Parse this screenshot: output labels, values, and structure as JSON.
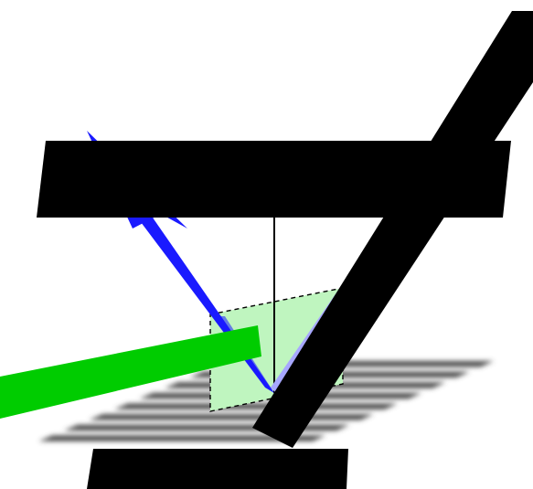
{
  "colors": {
    "background": "#ffffff",
    "bar_fill": "#000000",
    "incident_beam": "#00cc00",
    "plane_of_incidence_fill": "#bff5bf",
    "plane_of_incidence_edge": "#000000",
    "reflected_beam": "#1a1aff",
    "reflected_beam_faint": "#a7a7ff",
    "grating_lines": "#4a4a4a",
    "normal_line": "#000000"
  },
  "elements": {
    "top_bar": "black-bar",
    "bottom_bar": "black-bar",
    "diagonal_bar": "black-bar",
    "grating_surface": "striped-surface",
    "normal": "vertical-line",
    "incident_beam": "green-beam",
    "reflected_beam": "blue-arrow",
    "plane": "dashed-green-plane"
  }
}
